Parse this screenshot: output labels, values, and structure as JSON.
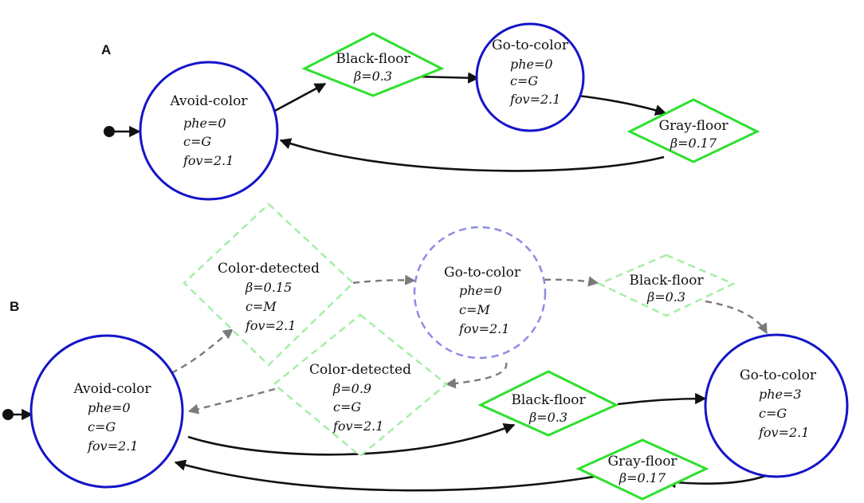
{
  "panels": [
    "A",
    "B"
  ],
  "colors": {
    "state": "#1414c8",
    "state_inactive": "#8c8ce6",
    "condition": "#2ee02e",
    "condition_inactive": "#a6eea6",
    "edge": "#111111",
    "edge_inactive": "#7a7a7a"
  },
  "panel_a": {
    "avoid": {
      "title": "Avoid-color",
      "phe": "phe=0",
      "c": "c=G",
      "fov": "fov=2.1"
    },
    "black": {
      "title": "Black-floor",
      "beta": "β=0.3"
    },
    "goto": {
      "title": "Go-to-color",
      "phe": "phe=0",
      "c": "c=G",
      "fov": "fov=2.1"
    },
    "gray": {
      "title": "Gray-floor",
      "beta": "β=0.17"
    }
  },
  "panel_b": {
    "cd1": {
      "title": "Color-detected",
      "beta": "β=0.15",
      "c": "c=M",
      "fov": "fov=2.1"
    },
    "goto1": {
      "title": "Go-to-color",
      "phe": "phe=0",
      "c": "c=M",
      "fov": "fov=2.1"
    },
    "black1": {
      "title": "Black-floor",
      "beta": "β=0.3"
    },
    "cd2": {
      "title": "Color-detected",
      "beta": "β=0.9",
      "c": "c=G",
      "fov": "fov=2.1"
    },
    "avoid": {
      "title": "Avoid-color",
      "phe": "phe=0",
      "c": "c=G",
      "fov": "fov=2.1"
    },
    "black2": {
      "title": "Black-floor",
      "beta": "β=0.3"
    },
    "goto2": {
      "title": "Go-to-color",
      "phe": "phe=3",
      "c": "c=G",
      "fov": "fov=2.1"
    },
    "gray": {
      "title": "Gray-floor",
      "beta": "β=0.17"
    }
  }
}
